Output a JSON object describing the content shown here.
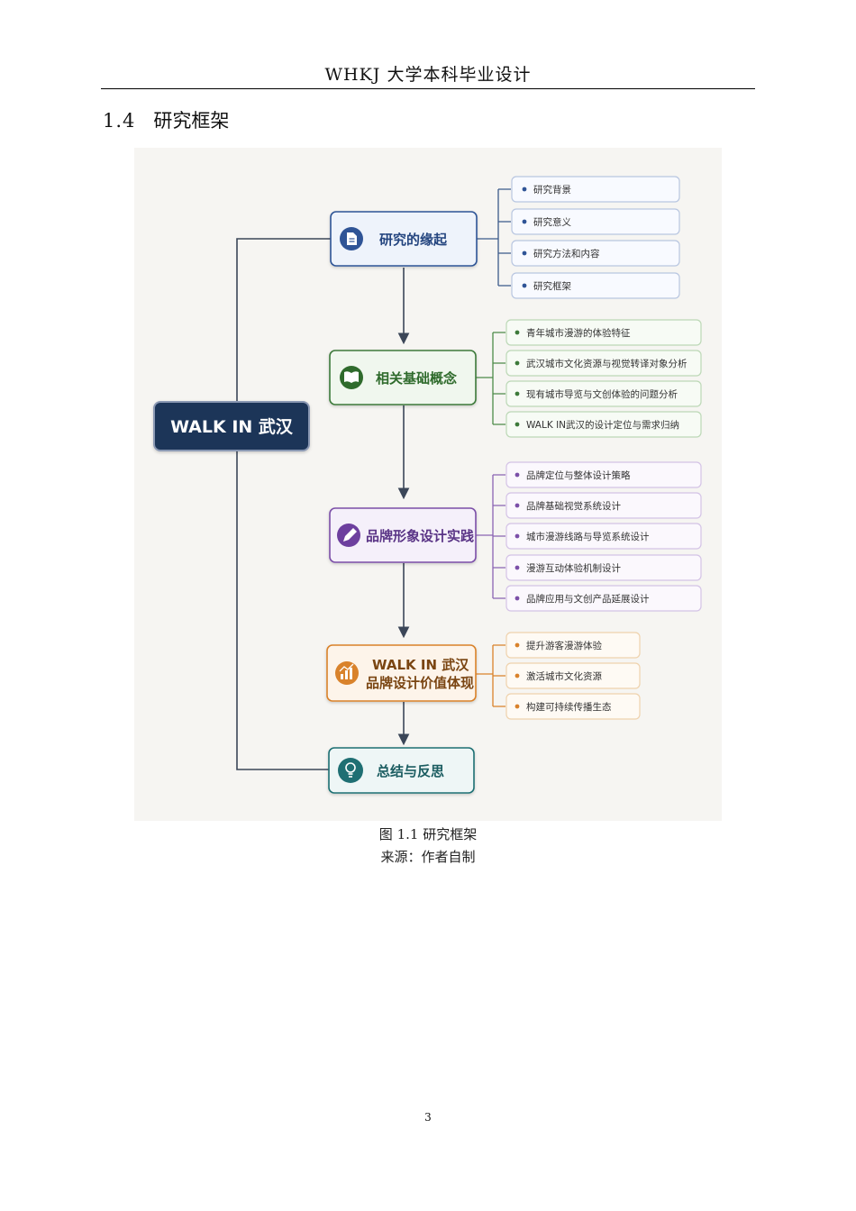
{
  "header": {
    "title": "WHKJ 大学本科毕业设计"
  },
  "section": {
    "number": "1.4",
    "title": "研究框架"
  },
  "diagram": {
    "root": {
      "label": "WALK IN 武汉"
    },
    "nodes": [
      {
        "label": "研究的缘起",
        "icon": "document-icon",
        "color": "#2f5496",
        "items": [
          "研究背景",
          "研究意义",
          "研究方法和内容",
          "研究框架"
        ]
      },
      {
        "label": "相关基础概念",
        "icon": "book-icon",
        "color": "#3d7a3a",
        "items": [
          "青年城市漫游的体验特征",
          "武汉城市文化资源与视觉转译对象分析",
          "现有城市导览与文创体验的问题分析",
          "WALK IN武汉的设计定位与需求归纳"
        ]
      },
      {
        "label": "品牌形象设计实践",
        "icon": "pen-icon",
        "color": "#7b4fa8",
        "items": [
          "品牌定位与整体设计策略",
          "品牌基础视觉系统设计",
          "城市漫游线路与导览系统设计",
          "漫游互动体验机制设计",
          "品牌应用与文创产品延展设计"
        ]
      },
      {
        "label_lines": [
          "WALK IN 武汉",
          "品牌设计价值体现"
        ],
        "icon": "chart-icon",
        "color": "#d9822b",
        "items": [
          "提升游客漫游体验",
          "激活城市文化资源",
          "构建可持续传播生态"
        ]
      },
      {
        "label": "总结与反思",
        "icon": "lightbulb-icon",
        "color": "#1f6f73",
        "items": []
      }
    ]
  },
  "figure": {
    "caption": "图 1.1  研究框架",
    "source": "来源：作者自制"
  },
  "page": {
    "number": "3"
  }
}
